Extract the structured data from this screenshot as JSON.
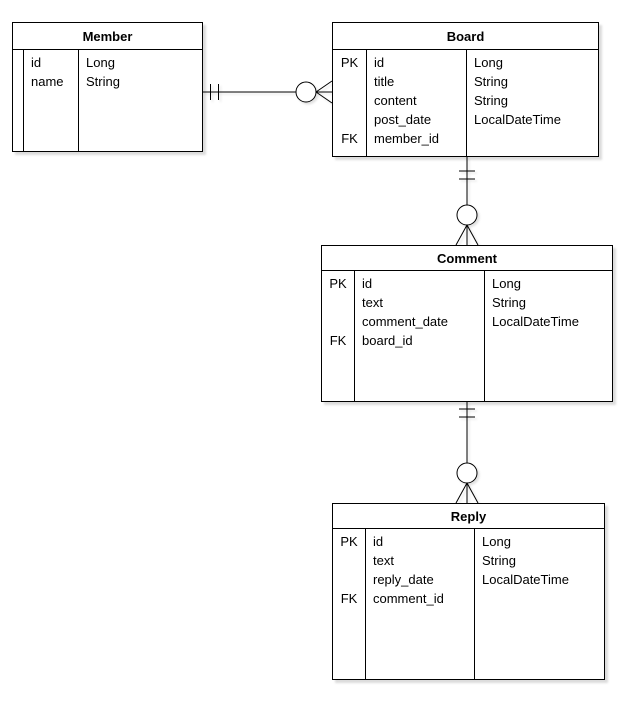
{
  "diagram": {
    "type": "entity-relationship",
    "colors": {
      "stroke": "#000000",
      "fill": "#ffffff",
      "text": "#000000"
    },
    "entities": [
      {
        "name": "Member",
        "keys": [
          "",
          ""
        ],
        "fields": [
          "id",
          "name"
        ],
        "types": [
          "Long",
          "String"
        ]
      },
      {
        "name": "Board",
        "keys": [
          "PK",
          "",
          "",
          "",
          "FK"
        ],
        "fields": [
          "id",
          "title",
          "content",
          "post_date",
          "member_id"
        ],
        "types": [
          "Long",
          "String",
          "String",
          "LocalDateTime"
        ]
      },
      {
        "name": "Comment",
        "keys": [
          "PK",
          "",
          "",
          "FK"
        ],
        "fields": [
          "id",
          "text",
          "comment_date",
          "board_id"
        ],
        "types": [
          "Long",
          "String",
          "LocalDateTime"
        ]
      },
      {
        "name": "Reply",
        "keys": [
          "PK",
          "",
          "",
          "FK"
        ],
        "fields": [
          "id",
          "text",
          "reply_date",
          "comment_id"
        ],
        "types": [
          "Long",
          "String",
          "LocalDateTime"
        ]
      }
    ],
    "relationships": [
      {
        "from": "Member",
        "to": "Board",
        "from_cardinality": "exactly-one",
        "to_cardinality": "zero-or-many"
      },
      {
        "from": "Board",
        "to": "Comment",
        "from_cardinality": "exactly-one",
        "to_cardinality": "zero-or-many"
      },
      {
        "from": "Comment",
        "to": "Reply",
        "from_cardinality": "exactly-one",
        "to_cardinality": "zero-or-many"
      }
    ]
  }
}
